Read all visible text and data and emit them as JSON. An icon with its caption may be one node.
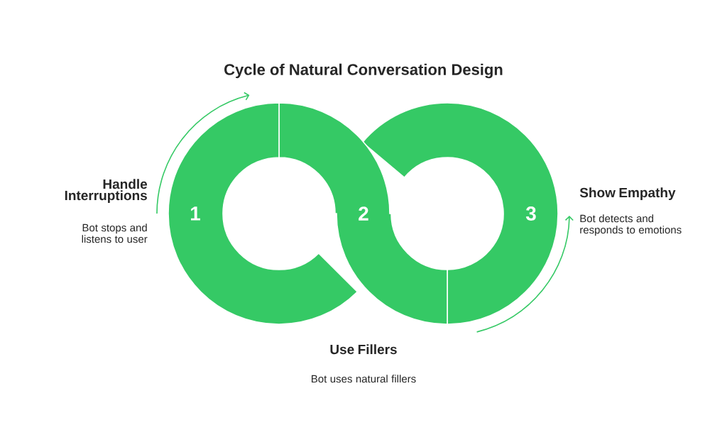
{
  "diagram": {
    "title": "Cycle of Natural Conversation Design",
    "nodes": [
      {
        "text": [
          "1"
        ],
        "beside": [
          "Handle Interruptions",
          "Bot stops and listens to user"
        ]
      },
      {
        "text": [
          "2"
        ],
        "beside": [
          "Use Fillers",
          "Bot uses natural fillers"
        ]
      },
      {
        "text": [
          "3"
        ],
        "beside": [
          "Show Empathy",
          "Bot detects and responds to emotions"
        ]
      }
    ]
  }
}
